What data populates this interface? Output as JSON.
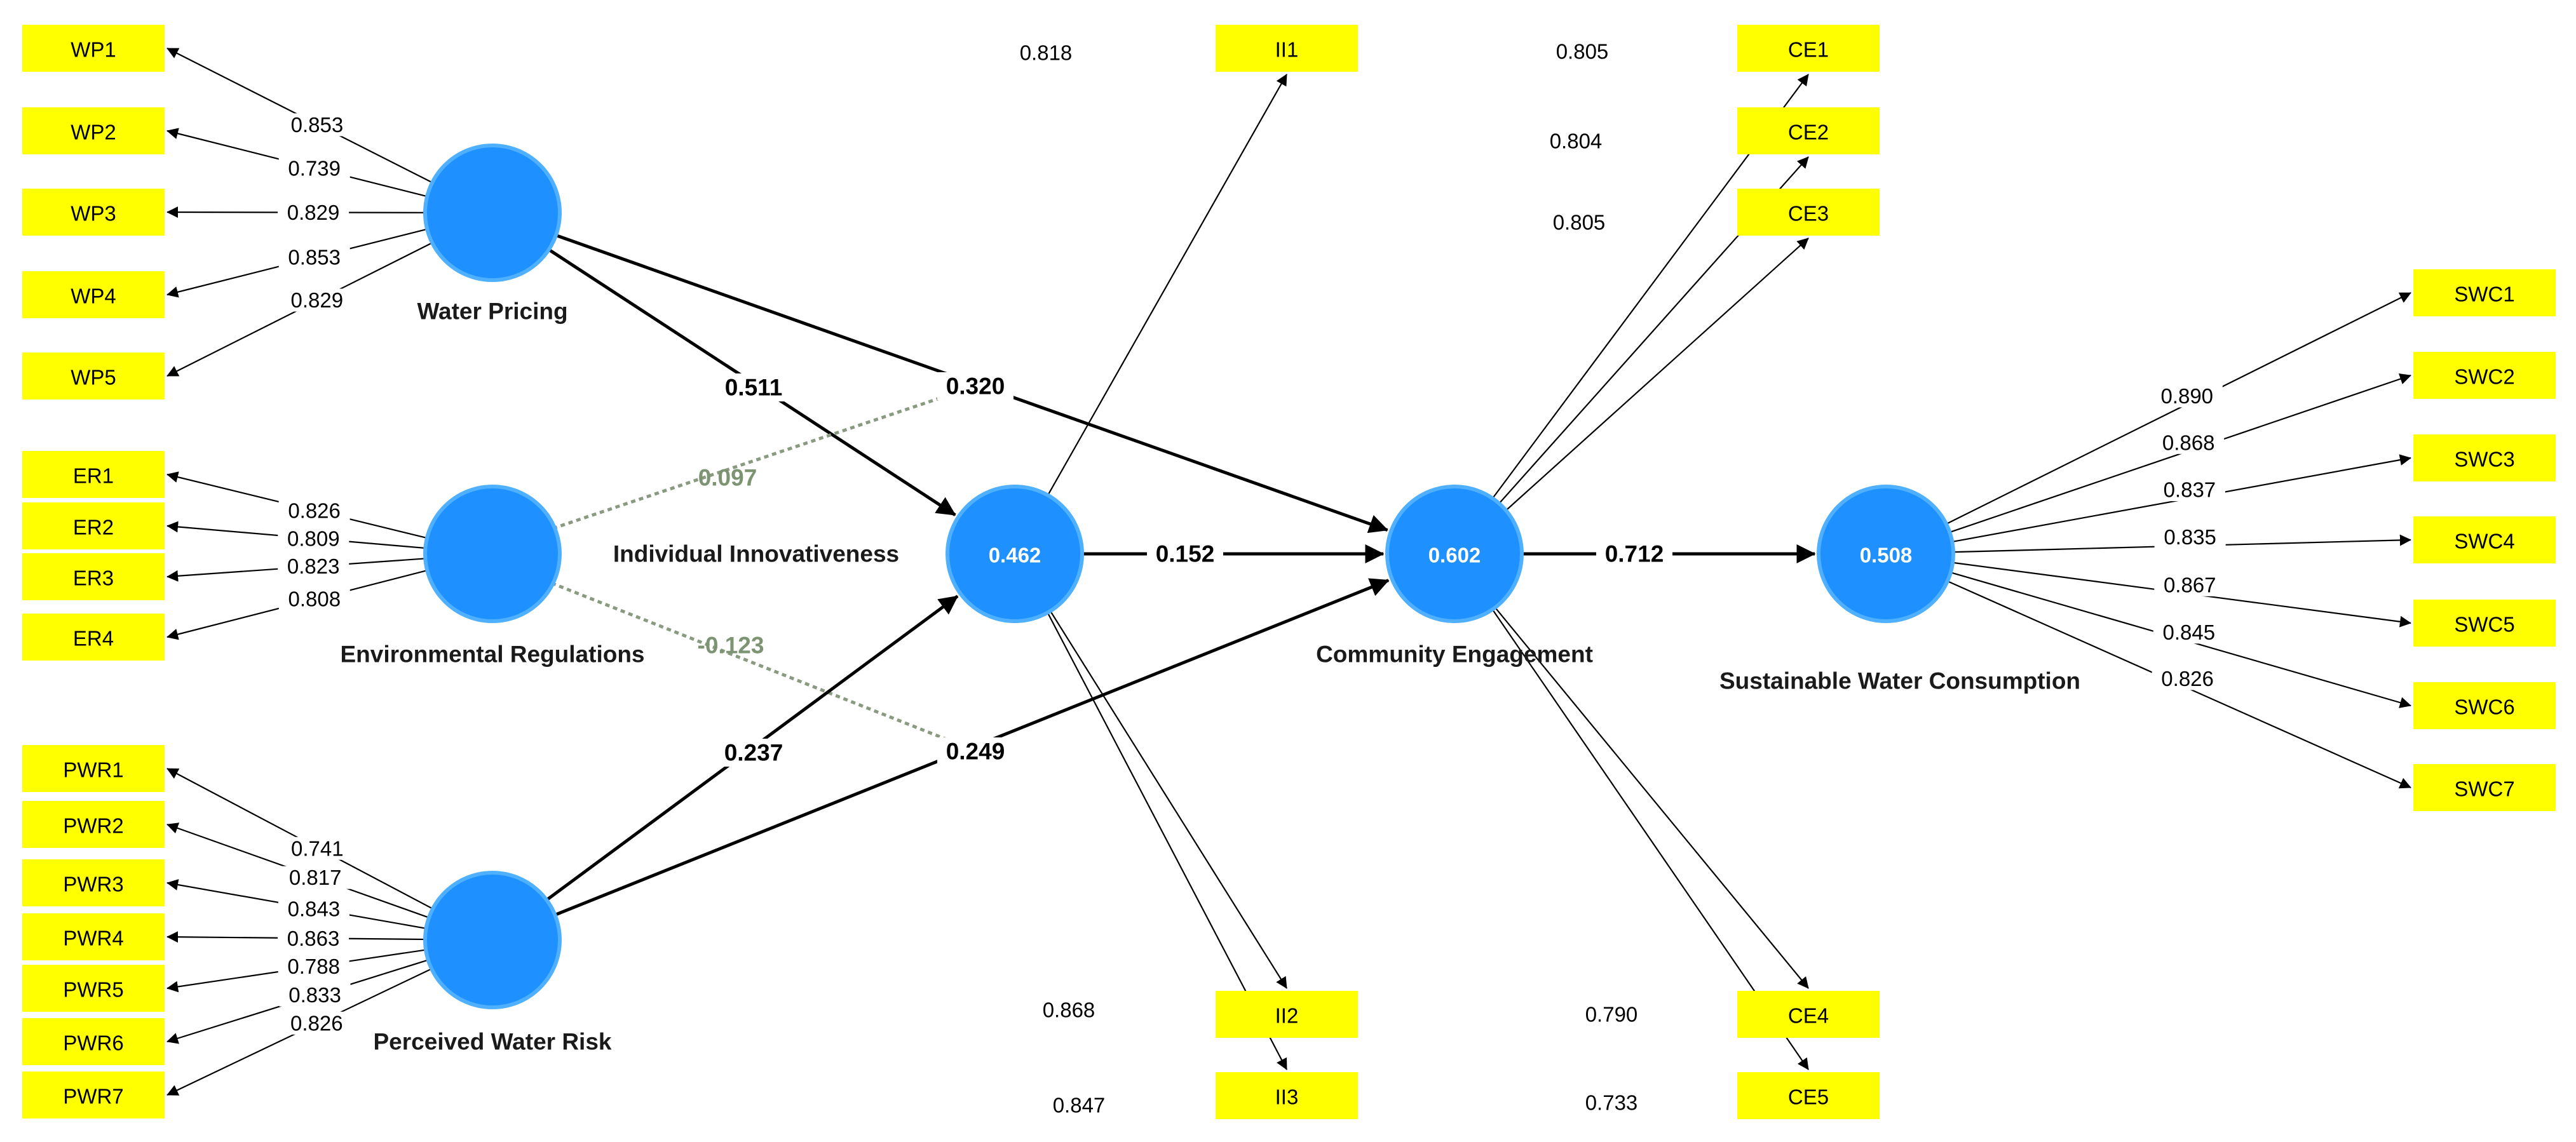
{
  "colors": {
    "construct_fill": "#1e90ff",
    "indicator_fill": "#ffff00",
    "nonsignificant_path": "#7c9471",
    "line": "#000000"
  },
  "constructs": {
    "WP": {
      "label": "Water Pricing",
      "r2": ""
    },
    "ER": {
      "label": "Environmental Regulations",
      "r2": ""
    },
    "PWR": {
      "label": "Perceived Water Risk",
      "r2": ""
    },
    "II": {
      "label": "Individual Innovativeness",
      "r2": "0.462"
    },
    "CE": {
      "label": "Community Engagement",
      "r2": "0.602"
    },
    "SWC": {
      "label": "Sustainable Water Consumption",
      "r2": "0.508"
    }
  },
  "indicators": {
    "WP": [
      "WP1",
      "WP2",
      "WP3",
      "WP4",
      "WP5"
    ],
    "ER": [
      "ER1",
      "ER2",
      "ER3",
      "ER4"
    ],
    "PWR": [
      "PWR1",
      "PWR2",
      "PWR3",
      "PWR4",
      "PWR5",
      "PWR6",
      "PWR7"
    ],
    "II": [
      "II1",
      "II2",
      "II3"
    ],
    "CE": [
      "CE1",
      "CE2",
      "CE3",
      "CE4",
      "CE5"
    ],
    "SWC": [
      "SWC1",
      "SWC2",
      "SWC3",
      "SWC4",
      "SWC5",
      "SWC6",
      "SWC7"
    ]
  },
  "loadings": {
    "WP": [
      "0.853",
      "0.739",
      "0.829",
      "0.853",
      "0.829"
    ],
    "ER": [
      "0.826",
      "0.809",
      "0.823",
      "0.808"
    ],
    "PWR": [
      "0.741",
      "0.817",
      "0.843",
      "0.863",
      "0.788",
      "0.833",
      "0.826"
    ],
    "II": [
      "0.818",
      "0.868",
      "0.847"
    ],
    "CE": [
      "0.805",
      "0.804",
      "0.805",
      "0.790",
      "0.733"
    ],
    "SWC": [
      "0.890",
      "0.868",
      "0.837",
      "0.835",
      "0.867",
      "0.845",
      "0.826"
    ]
  },
  "paths": [
    {
      "from": "WP",
      "to": "II",
      "coef": "0.511",
      "significant": true
    },
    {
      "from": "WP",
      "to": "CE",
      "coef": "0.320",
      "significant": true
    },
    {
      "from": "ER",
      "to": "CE",
      "coef": "0.097",
      "significant": false
    },
    {
      "from": "ER",
      "to": "CE",
      "coef": "-0.123",
      "significant": false,
      "via": "lower"
    },
    {
      "from": "PWR",
      "to": "II",
      "coef": "0.237",
      "significant": true
    },
    {
      "from": "PWR",
      "to": "CE",
      "coef": "0.249",
      "significant": true
    },
    {
      "from": "II",
      "to": "CE",
      "coef": "0.152",
      "significant": true
    },
    {
      "from": "CE",
      "to": "SWC",
      "coef": "0.712",
      "significant": true
    }
  ]
}
